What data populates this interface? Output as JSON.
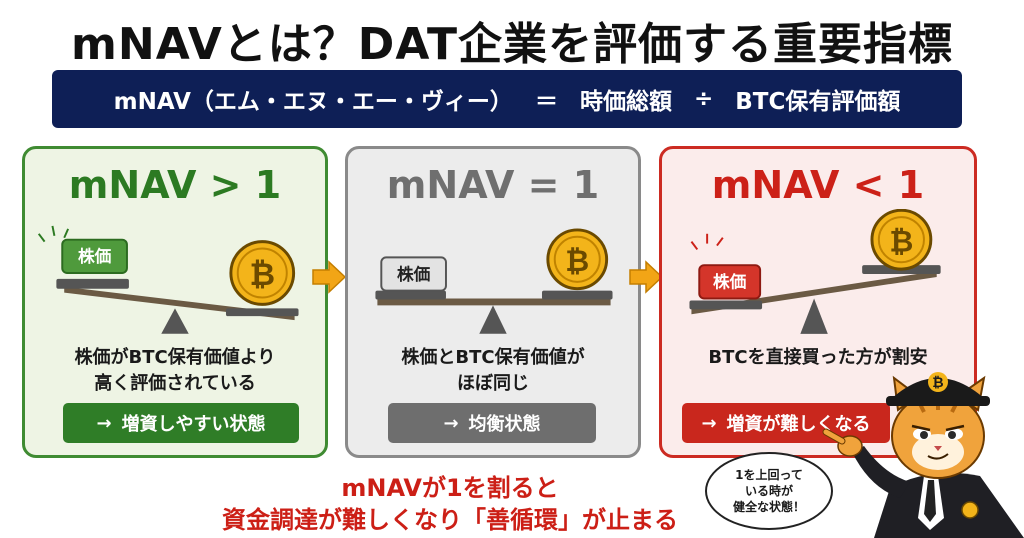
{
  "title": "mNAVとは？DAT企業を評価する重要指標",
  "formula": {
    "term": "mNAV（エム・エヌ・エー・ヴィー）",
    "equals": "＝",
    "numerator": "時価総額",
    "divide": "÷",
    "denominator": "BTC保有評価額"
  },
  "panels": [
    {
      "heading": "mNAV > 1",
      "stock_label": "株価",
      "desc_line1": "株価がBTC保有価値より",
      "desc_line2": "高く評価されている",
      "result": "増資しやすい状態"
    },
    {
      "heading": "mNAV = 1",
      "stock_label": "株価",
      "desc_line1": "株価とBTC保有価値が",
      "desc_line2": "ほぼ同じ",
      "result": "均衡状態"
    },
    {
      "heading": "mNAV < 1",
      "stock_label": "株価",
      "desc_line1": "BTCを直接買った方が割安",
      "desc_line2": "",
      "result": "増資が難しくなる"
    }
  ],
  "result_arrow": "→",
  "bottom": {
    "line1": "mNAVが1を割ると",
    "line2": "資金調達が難しくなり「善循環」が止まる"
  },
  "bubble": {
    "line1": "1を上回って",
    "line2": "いる時が",
    "line3": "健全な状態！"
  },
  "colors": {
    "navy": "#0e1f56",
    "green": "#2c7a22",
    "gray": "#6f6f6f",
    "red": "#cc2118",
    "arrow": "#f2a516",
    "coin": "#f3b41a"
  },
  "icons": [
    "bitcoin-coin-icon",
    "seesaw-icon",
    "right-arrow-icon",
    "cat-mascot-icon"
  ]
}
